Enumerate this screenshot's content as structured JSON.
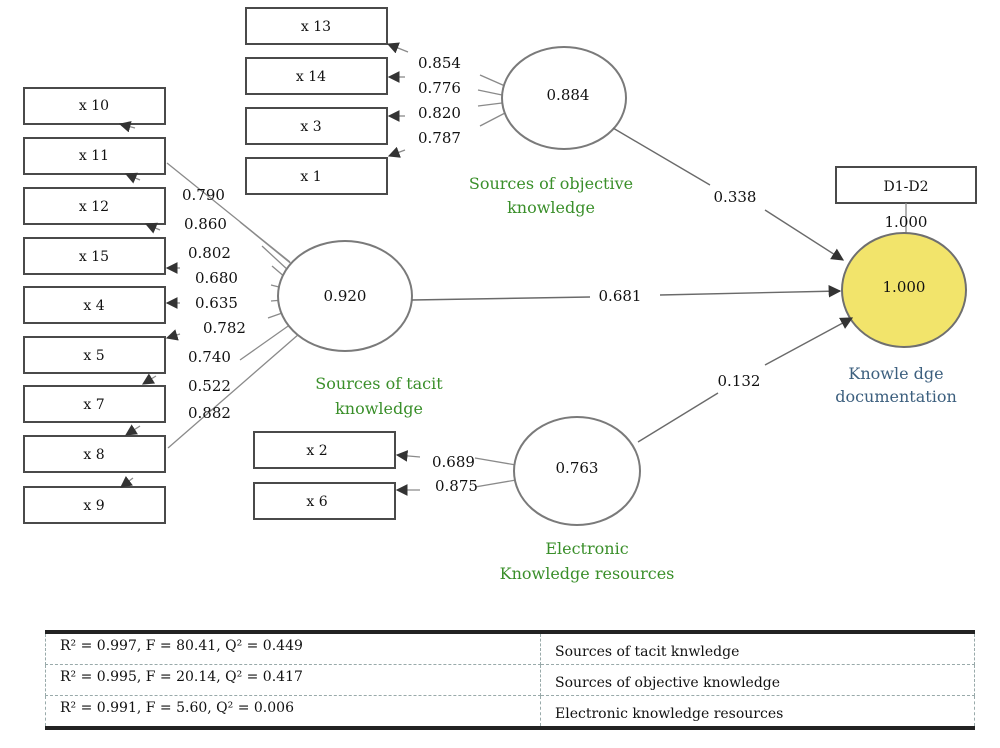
{
  "indicators_tacit": [
    "x 10",
    "x 11",
    "x 12",
    "x 15",
    "x 4",
    "x 5",
    "x 7",
    "x 8",
    "x 9"
  ],
  "indicators_objective": [
    "x 13",
    "x 14",
    "x 3",
    "x 1"
  ],
  "indicators_electronic": [
    "x 2",
    "x 6"
  ],
  "indicator_outcome": "D1-D2",
  "loadings_tacit": [
    "0.790",
    "0.860",
    "0.802",
    "0.680",
    "0.635",
    "0.782",
    "0.740",
    "0.522",
    "0.882"
  ],
  "loadings_objective": [
    "0.854",
    "0.776",
    "0.820",
    "0.787"
  ],
  "loadings_electronic": [
    "0.689",
    "0.875"
  ],
  "loading_outcome": "1.000",
  "constructs": {
    "tacit": {
      "value": "0.920",
      "name_line1": "Sources of tacit",
      "name_line2": "knowledge"
    },
    "objective": {
      "value": "0.884",
      "name_line1": "Sources of objective",
      "name_line2": "knowledge"
    },
    "electronic": {
      "value": "0.763",
      "name_line1": "Electronic",
      "name_line2": "Knowledge resources"
    },
    "outcome": {
      "value": "1.000",
      "name_line1": "Knowle dge",
      "name_line2": "documentation"
    }
  },
  "paths": {
    "objective": "0.338",
    "tacit": "0.681",
    "electronic": "0.132"
  },
  "colors": {
    "construct_name": "#3a8f2a",
    "outcome_name": "#3c5f7e",
    "outcome_fill": "#f2e46b"
  },
  "stats_table": [
    {
      "stat": "R² = 0.997, F = 80.41, Q² = 0.449",
      "construct": "Sources of tacit knwledge"
    },
    {
      "stat": "R² = 0.995, F = 20.14, Q² = 0.417",
      "construct": "Sources of objective knowledge"
    },
    {
      "stat": "R² = 0.991, F = 5.60, Q² = 0.006",
      "construct": "Electronic knowledge resources"
    }
  ]
}
